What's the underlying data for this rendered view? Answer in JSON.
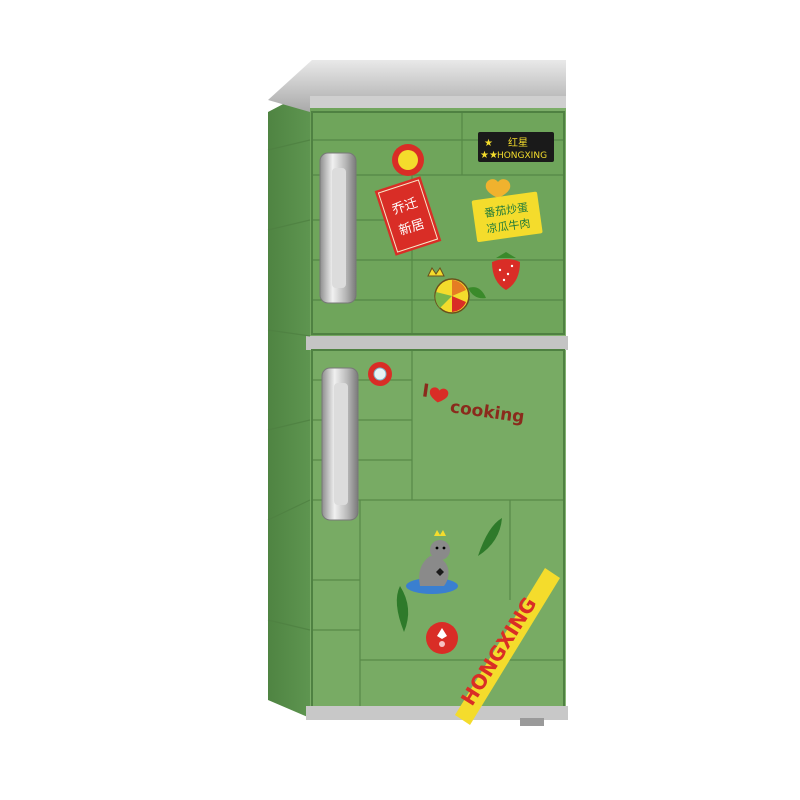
{
  "badge": {
    "chinese": "红星",
    "latin": "HONGXING"
  },
  "sticker_red": {
    "line1": "乔迁",
    "line2": "新居"
  },
  "sticker_yellow": {
    "line1": "番茄炒蛋",
    "line2": "凉瓜牛肉"
  },
  "cooking": {
    "i": "I",
    "word": "cooking"
  },
  "banner": {
    "text": "HONGXING"
  },
  "colors": {
    "body": "#6fa45c",
    "body_dark": "#5f9450",
    "panel_line": "#4f8142",
    "metal": "#c9c9c9",
    "red": "#d92d26",
    "yellow": "#f4dc2c",
    "brown": "#8a2a1c"
  },
  "icons": [
    "heart-icon",
    "strawberry-icon",
    "lemon-slice-icon",
    "crown-icon",
    "leaf-icon",
    "flower-icon",
    "cat-icon",
    "tomato-slice-icon",
    "sun-icon"
  ]
}
